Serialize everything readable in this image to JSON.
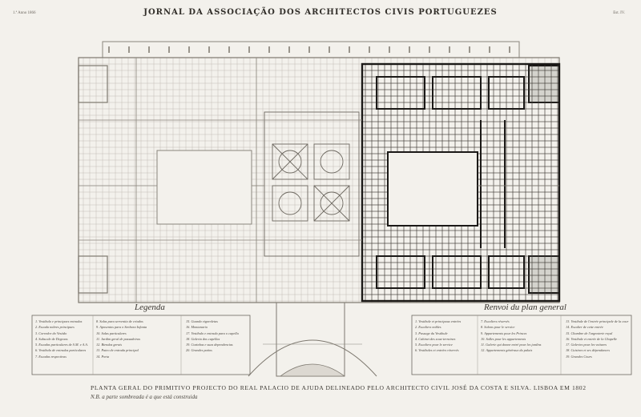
{
  "header": {
    "journal_title": "JORNAL DA ASSOCIAÇÃO DOS ARCHITECTOS CIVIS PORTUGUEZES",
    "left_corner": "1.ª Anno 1866",
    "right_corner": "Est. IV."
  },
  "legend": {
    "title": "Legenda",
    "col1": [
      "1. Vestibulo e principaes entradas",
      "2. Escada nobres principaes",
      "3. Corredor do Vestido",
      "4. Subscale de Degraos",
      "5. Escadas particulares de S.M. e A.A.",
      "6. Vestibulo de entradas particulares",
      "7. Escadas respectivas"
    ],
    "col2": [
      "8. Salas para serventia de criados",
      "9. Aposentos para o Senhora Infanta",
      "10. Salas particulares",
      "11. Jardim geral de passadeiras",
      "12. Biendas gerais",
      "13. Pateo de entrada principal",
      "14. Porta"
    ],
    "col3": [
      "15. Guarda vigoroletas",
      "16. Montanario",
      "17. Vestibulo e entrada para o capella",
      "18. Galeria dos capellas",
      "19. Cozinhas e suas dependencias",
      "20. Grandes patios"
    ]
  },
  "renvoi": {
    "title": "Renvoi du plan general",
    "col4": [
      "1. Vestibule et principaux entrées",
      "2. Escaliers nobles",
      "3. Passage du Vestibule",
      "4. Cabinet des sous-terraines",
      "5. Escaliers pour le service",
      "6. Vestibules et entrées réservés"
    ],
    "col5": [
      "7. Escaliers réservés",
      "8. Salons pour le service",
      "9. Appartements pour les Princes",
      "10. Salles pour les appartements",
      "11. Galerie qui donne entré pour les jardins",
      "12. Appartements généraux du palais"
    ],
    "col6": [
      "13. Vestibule de l'entrée principale de la cour",
      "14. Escalier de cette entrée",
      "15. Chambre de l'argenterie royal",
      "16. Vestibule et entrée de la Chapelle",
      "17. Galeries pour les voitures",
      "18. Cuisines et ses dépendances",
      "19. Grandes Cours"
    ]
  },
  "caption": {
    "main": "PLANTA GERAL DO PRIMITIVO PROJECTO DO REAL PALACIO DE AJUDA DELINEADO PELO ARCHITECTO CIVIL JOSÉ DA COSTA E SILVA. LISBOA EM 1802",
    "note": "N.B. a parte sombreada é a que está construida"
  },
  "colors": {
    "paper": "#f3f1ec",
    "ink_light": "#8a857c",
    "ink_dark": "#1b1917"
  }
}
